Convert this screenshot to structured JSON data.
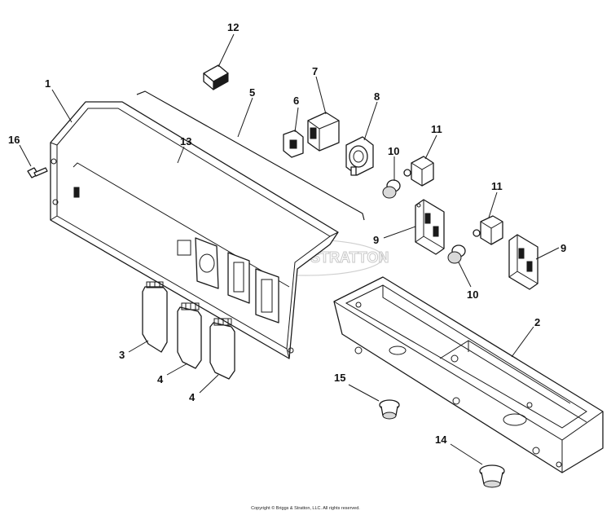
{
  "watermark": "BRIGGS & STRATTON",
  "copyright": "Copyright © Briggs & Stratton, LLC. All rights reserved.",
  "callouts": {
    "c1": "1",
    "c2": "2",
    "c3": "3",
    "c4a": "4",
    "c4b": "4",
    "c5": "5",
    "c6": "6",
    "c7": "7",
    "c8": "8",
    "c9a": "9",
    "c9b": "9",
    "c10a": "10",
    "c10b": "10",
    "c11a": "11",
    "c11b": "11",
    "c12": "12",
    "c13": "13",
    "c14": "14",
    "c15": "15",
    "c16": "16"
  }
}
